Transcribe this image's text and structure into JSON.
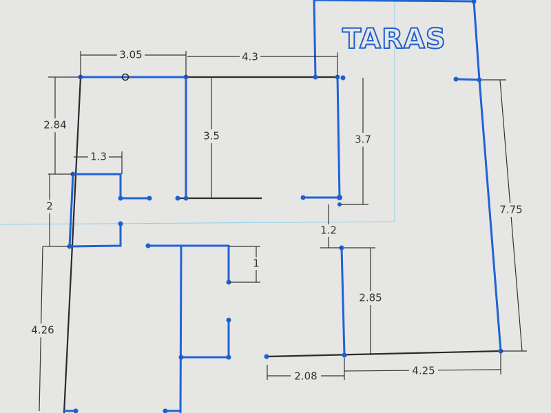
{
  "sketch": {
    "logo_text": "TARAS",
    "dimensions": {
      "top_left_width": "3.05",
      "top_mid_width": "4.3",
      "left_upper_height": "2.84",
      "notch_width": "1.3",
      "left_opening": "2",
      "left_lower_height": "4.26",
      "room_height": "3.5",
      "right_room_height": "3.7",
      "door_gap": "1.2",
      "small_wall": "1",
      "right_lower_height": "2.85",
      "right_total_height": "7.75",
      "bottom_left_width": "2.08",
      "bottom_right_width": "4.25"
    },
    "colors": {
      "sketch_line": "#1f63d6",
      "construction": "#2a2a2a",
      "plane": "#8fd0e8"
    }
  }
}
